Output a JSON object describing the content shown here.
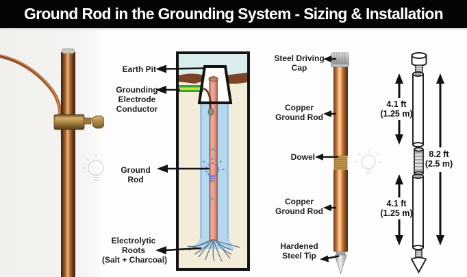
{
  "title": "Ground Rod in the Grounding System - Sizing & Installation",
  "pit_diagram": {
    "labels": {
      "earth_pit": [
        "Earth Pit"
      ],
      "grounding_electrode_conductor": [
        "Grounding",
        "Electrode",
        "Conductor"
      ],
      "ground_rod": [
        "Ground",
        "Rod"
      ],
      "electrolytic_roots": [
        "Electrolytic",
        "Roots",
        "(Salt + Charcoal)"
      ]
    }
  },
  "rod_diagram": {
    "labels": {
      "steel_driving_cap": [
        "Steel Driving",
        "Cap"
      ],
      "copper_ground_rod_upper": [
        "Copper",
        "Ground Rod"
      ],
      "dowel": [
        "Dowel"
      ],
      "copper_ground_rod_lower": [
        "Copper",
        "Ground Rod"
      ],
      "hardened_steel_tip": [
        "Hardened",
        "Steel Tip"
      ]
    }
  },
  "sizing_diagram": {
    "upper_section": [
      "4.1 ft",
      "(1.25 m)"
    ],
    "coupled_total": [
      "8.2 ft",
      "(2.5 m)"
    ],
    "lower_section": [
      "4.1 ft",
      "(1.25 m)"
    ]
  },
  "colors": {
    "title_bar_bg": "#050505",
    "title_text": "#ffffff",
    "copper": "#b06a35",
    "brass_clamp": "#b08d4a",
    "conductor_green": "#35a437",
    "conductor_yellow_stripe": "#cbe13c",
    "diagram_outline": "#141414",
    "backfill_blue": "#b6d8ef",
    "earth_brown": "#7b4327",
    "soil_cream": "#f2ecd9",
    "sky_blue": "#d9ecee",
    "bulb_watermark_blue": "#5563cf"
  }
}
